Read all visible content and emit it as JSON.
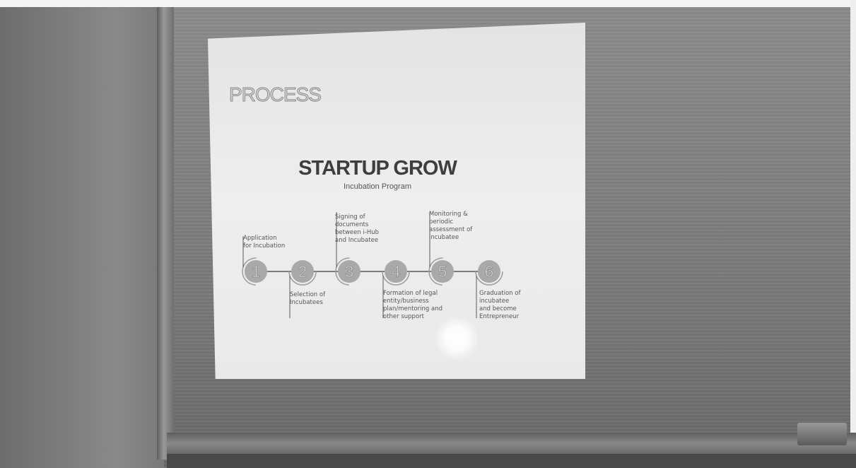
{
  "slide": {
    "heading": "PROCESS",
    "brand_title": "STARTUP GROW",
    "brand_subtitle": "Incubation Program"
  },
  "steps": [
    {
      "number": "1",
      "text": "Application\nfor Incubation"
    },
    {
      "number": "2",
      "text": "Selection of\nIncubatees"
    },
    {
      "number": "3",
      "text": "Signing of\ndocuments\nbetween i-Hub\nand Incubatee"
    },
    {
      "number": "4",
      "text": "Formation of legal\nentity/business\nplan/mentoring and\nother support"
    },
    {
      "number": "5",
      "text": "Monitoring &\nperiodic\nassessment of\nincubatee"
    },
    {
      "number": "6",
      "text": "Graduation of\nincubatee\nand become\nEntrepreneur"
    }
  ],
  "colors": {
    "circle_fill": "#a9a9a9",
    "circle_ring": "#9c9c9c",
    "connector": "#7a7a7a"
  }
}
